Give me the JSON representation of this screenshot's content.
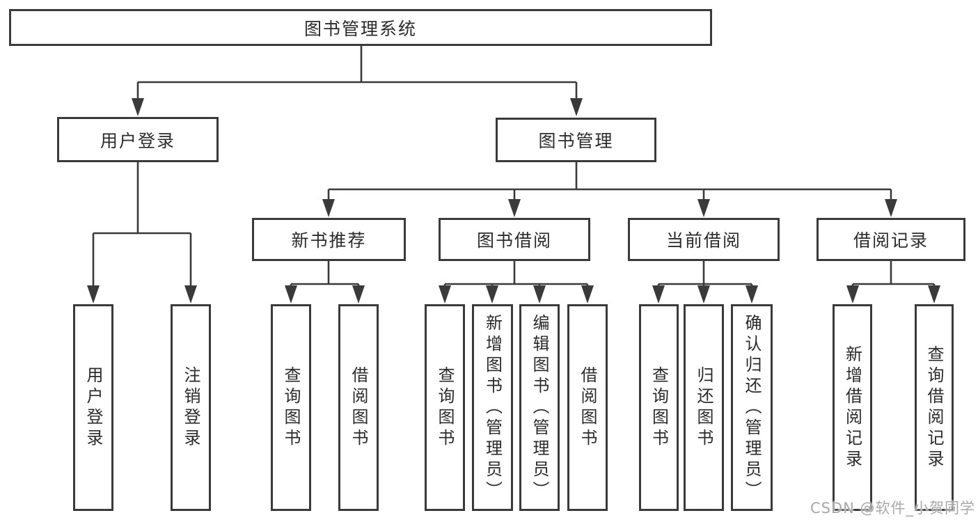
{
  "tree": {
    "label": "图书管理系统",
    "children": [
      {
        "label": "用户登录",
        "children": [
          {
            "label": "用户登录"
          },
          {
            "label": "注销登录"
          }
        ]
      },
      {
        "label": "图书管理",
        "children": [
          {
            "label": "新书推荐",
            "children": [
              {
                "label": "查询图书"
              },
              {
                "label": "借阅图书"
              }
            ]
          },
          {
            "label": "图书借阅",
            "children": [
              {
                "label": "查询图书"
              },
              {
                "label": "新增图书（管理员）"
              },
              {
                "label": "编辑图书（管理员）"
              },
              {
                "label": "借阅图书"
              }
            ]
          },
          {
            "label": "当前借阅",
            "children": [
              {
                "label": "查询图书"
              },
              {
                "label": "归还图书"
              },
              {
                "label": "确认归还（管理员）"
              }
            ]
          },
          {
            "label": "借阅记录",
            "children": [
              {
                "label": "新增借阅记录"
              },
              {
                "label": "查询借阅记录"
              }
            ]
          }
        ]
      }
    ]
  },
  "watermark": {
    "text": "CSDN @软件_小贺同学"
  },
  "colors": {
    "line": "#3a3a3a",
    "text": "#2b2b2b",
    "bg": "#ffffff",
    "watermark": "#a8a8a8"
  }
}
